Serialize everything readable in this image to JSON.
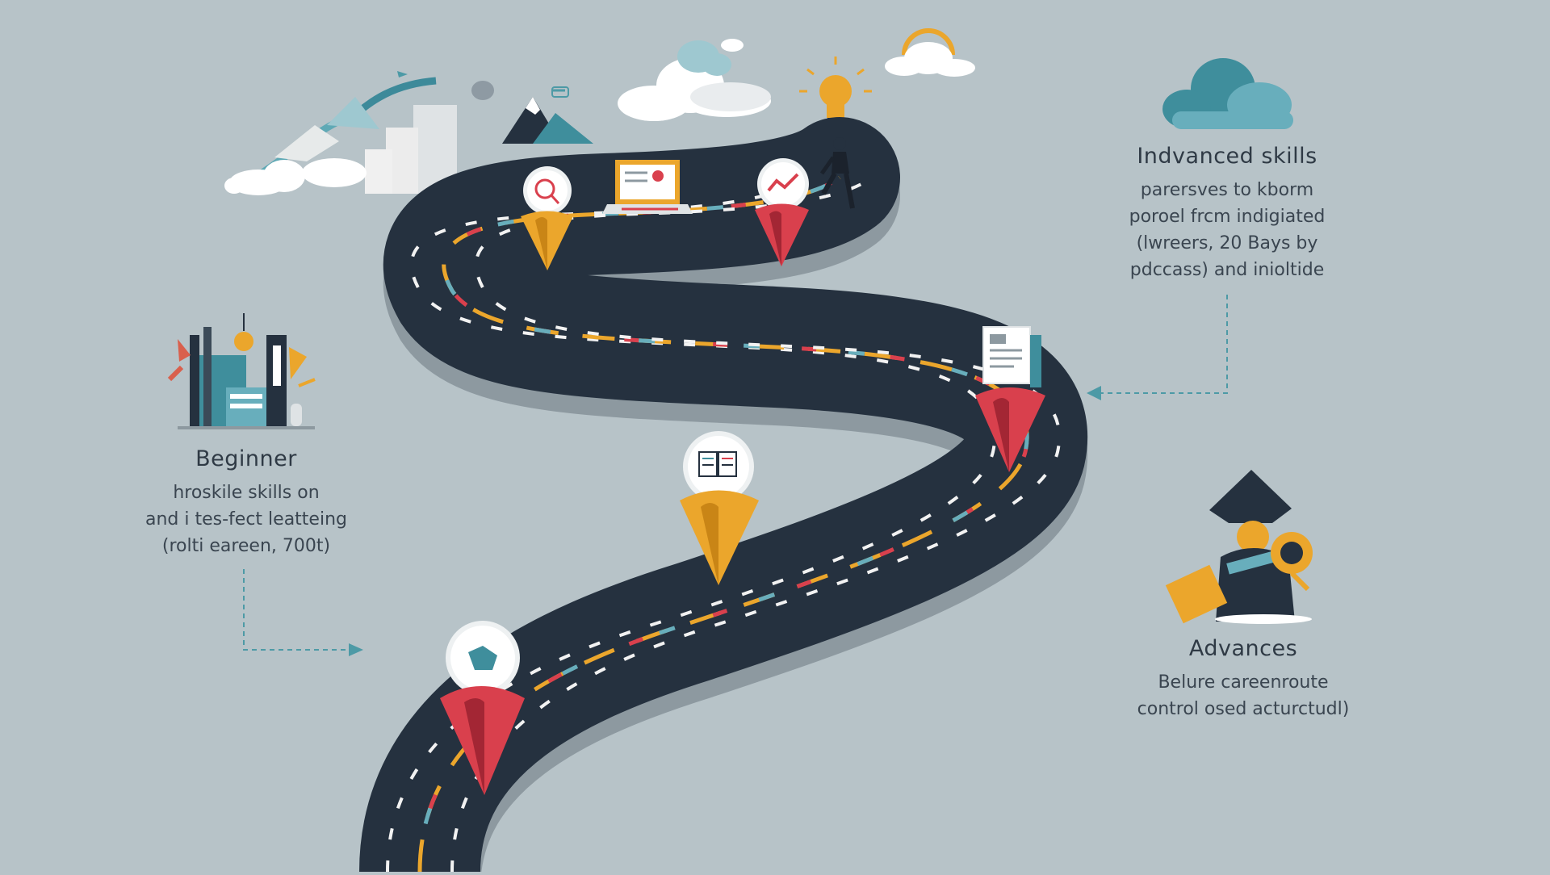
{
  "colors": {
    "background": "#b7c3c8",
    "road": "#25313f",
    "road_shadow": "#8d99a0",
    "teal": "#3f8e9c",
    "marker_red": "#d9404d",
    "marker_yellow": "#eba62c",
    "text": "#2f3a45"
  },
  "stages": [
    {
      "title": "Beginner",
      "lines": [
        "hroskile skills on",
        "and i tes-fect leatteing",
        "(rolti eareen, 700t)"
      ]
    },
    {
      "title": "Indvanced skills",
      "lines": [
        "parersves to kborm",
        "poroel frcm indigiated",
        "(lwreers, 20 Bays by",
        "pdccass) and inioltide"
      ]
    },
    {
      "title": "Advances",
      "lines": [
        "Belure careenroute",
        "control osed acturctudl)"
      ]
    }
  ],
  "road_markers": [
    {
      "name": "marker-1",
      "color": "red",
      "icon": "puzzle-icon"
    },
    {
      "name": "marker-2",
      "color": "yellow",
      "icon": "book-icon"
    },
    {
      "name": "marker-3",
      "color": "red",
      "icon": "document-icon"
    },
    {
      "name": "marker-4",
      "color": "red",
      "icon": "chart-icon"
    },
    {
      "name": "marker-5",
      "color": "yellow",
      "icon": "search-money-icon"
    }
  ],
  "icons": [
    "cloud-icon",
    "lightbulb-icon",
    "mountain-icon",
    "laptop-icon",
    "books-icon",
    "person-icon",
    "graduate-icon",
    "arrow-icon"
  ]
}
